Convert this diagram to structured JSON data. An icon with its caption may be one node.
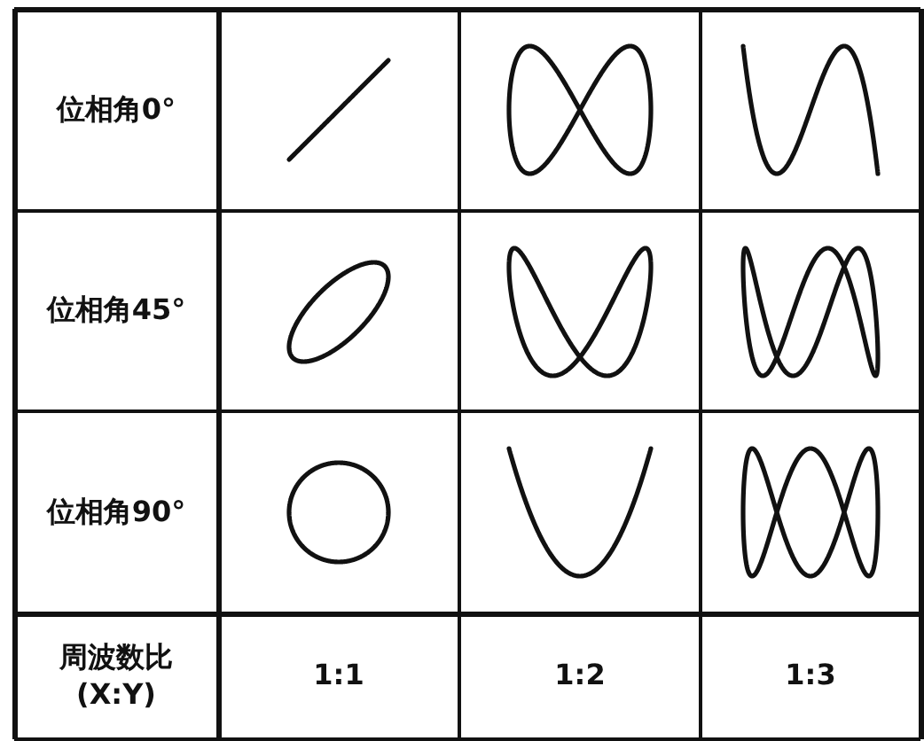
{
  "diagram": {
    "labels": [
      "位相角0°",
      "位相角45°",
      "位相角90°",
      "周波数比 (X:Y)",
      "1:1",
      "1:2",
      "1:3"
    ]
  }
}
